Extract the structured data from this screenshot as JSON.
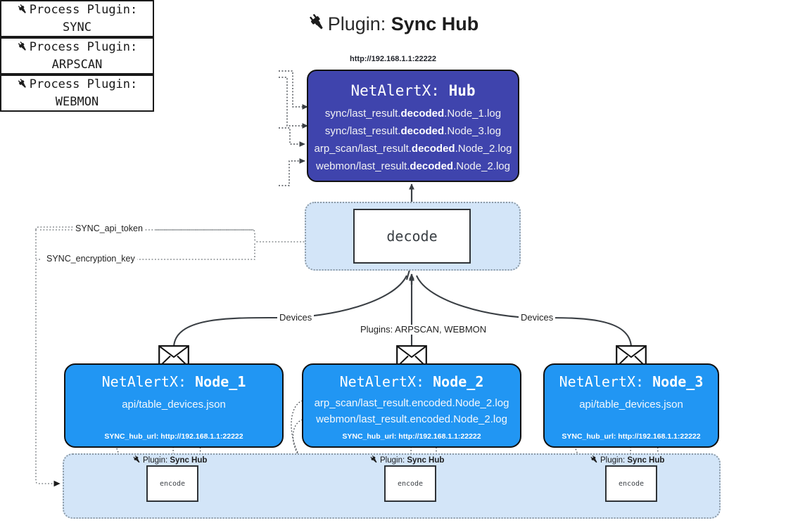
{
  "header": {
    "icon": "plug-icon",
    "prefix": "Plugin:",
    "title": "Sync Hub"
  },
  "process_plugins": [
    {
      "icon": "plug-icon",
      "line1": "Process Plugin:",
      "line2": "SYNC"
    },
    {
      "icon": "plug-icon",
      "line1": "Process Plugin:",
      "line2": "ARPSCAN"
    },
    {
      "icon": "plug-icon",
      "line1": "Process Plugin:",
      "line2": "WEBMON"
    }
  ],
  "hub": {
    "url": "http://192.168.1.1:22222",
    "title_prefix": "NetAlertX:",
    "title_name": "Hub",
    "logs": [
      {
        "pre": "sync/last_result.",
        "em": "decoded",
        "post": ".Node_1.log"
      },
      {
        "pre": "sync/last_result.",
        "em": "decoded",
        "post": ".Node_3.log"
      },
      {
        "pre": "arp_scan/last_result.",
        "em": "decoded",
        "post": ".Node_2.log"
      },
      {
        "pre": "webmon/last_result.",
        "em": "decoded",
        "post": ".Node_2.log"
      }
    ]
  },
  "decode": {
    "label": "decode"
  },
  "secrets": [
    {
      "label": "SYNC_api_token"
    },
    {
      "label": "SYNC_encryption_key"
    }
  ],
  "edge_labels": {
    "devices_left": "Devices",
    "devices_right": "Devices",
    "plugins_center": "Plugins: ARPSCAN, WEBMON"
  },
  "nodes": [
    {
      "title_prefix": "NetAlertX:",
      "title_name": "Node_1",
      "lines": [
        "api/table_devices.json"
      ],
      "footer": "SYNC_hub_url: http://192.168.1.1:22222",
      "icon": "envelope-icon"
    },
    {
      "title_prefix": "NetAlertX:",
      "title_name": "Node_2",
      "lines": [
        "arp_scan/last_result.encoded.Node_2.log",
        "webmon/last_result.encoded.Node_2.log"
      ],
      "footer": "SYNC_hub_url: http://192.168.1.1:22222",
      "icon": "envelope-icon"
    },
    {
      "title_prefix": "NetAlertX:",
      "title_name": "Node_3",
      "lines": [
        "api/table_devices.json"
      ],
      "footer": "SYNC_hub_url: http://192.168.1.1:22222",
      "icon": "envelope-icon"
    }
  ],
  "encoders": [
    {
      "caption_prefix": "Plugin:",
      "caption_name": "Sync Hub",
      "label": "encode",
      "icon": "plug-icon"
    },
    {
      "caption_prefix": "Plugin:",
      "caption_name": "Sync Hub",
      "label": "encode",
      "icon": "plug-icon"
    },
    {
      "caption_prefix": "Plugin:",
      "caption_name": "Sync Hub",
      "label": "encode",
      "icon": "plug-icon"
    }
  ],
  "colors": {
    "hub": "#3f44ad",
    "node": "#2196f3",
    "zone": "#d3e5f8",
    "stroke": "#2f3337"
  }
}
